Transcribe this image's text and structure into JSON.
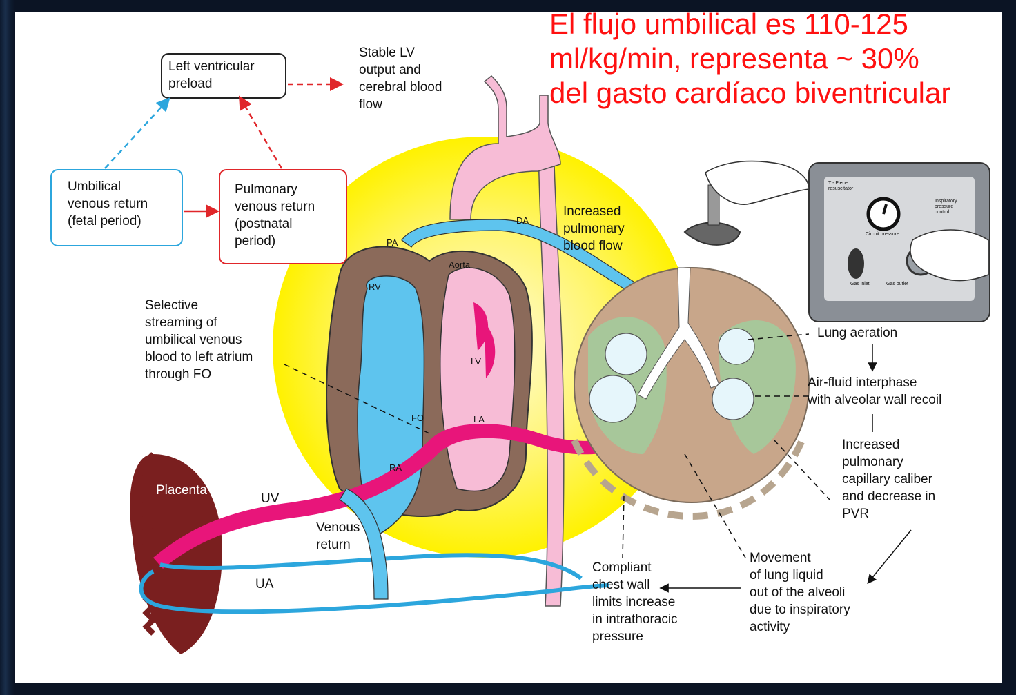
{
  "headline": {
    "lines": [
      "El flujo umbilical es 110-125",
      "ml/kg/min, representa ~ 30%",
      "del gasto cardíaco biventricular"
    ]
  },
  "boxes": {
    "lv_preload": [
      "Left ventricular",
      "preload"
    ],
    "umbilical_return": [
      "Umbilical",
      "venous return",
      "(fetal period)"
    ],
    "pulmonary_return": [
      "Pulmonary",
      "venous return",
      "(postnatal",
      "period)"
    ]
  },
  "labels": {
    "stable_lv": [
      "Stable LV",
      "output and",
      "cerebral blood",
      "flow"
    ],
    "increased_flow": [
      "Increased",
      "pulmonary",
      "blood flow"
    ],
    "selective": [
      "Selective",
      "streaming of",
      "umbilical venous",
      "blood to left atrium",
      "through FO"
    ],
    "lung_aeration": [
      "Lung aeration"
    ],
    "air_fluid": [
      "Air-fluid interphase",
      "with alveolar wall recoil"
    ],
    "capillary": [
      "Increased",
      "pulmonary",
      "capillary caliber",
      "and decrease in",
      "PVR"
    ],
    "movement": [
      "Movement",
      "of lung liquid",
      "out of the alveoli",
      "due to inspiratory",
      "activity"
    ],
    "compliant": [
      "Compliant",
      "chest wall",
      "limits increase",
      "in intrathoracic",
      "pressure"
    ],
    "venous_return": [
      "Venous",
      "return"
    ],
    "placenta": "Placenta",
    "uv": "UV",
    "ua": "UA"
  },
  "anatomy": {
    "pa": "PA",
    "da": "DA",
    "aorta": "Aorta",
    "rv": "RV",
    "lv": "LV",
    "fo": "FO",
    "la": "LA",
    "ra": "RA"
  },
  "device": {
    "title": "T - Piece resuscitator",
    "inspiratory": "Inspiratory pressure control",
    "circuit": "Circuit pressure",
    "gas_inlet": "Gas inlet",
    "gas_outlet": "Gas outlet"
  },
  "colors": {
    "headline": "#ff1010",
    "oxygenated": "#e8157a",
    "deoxygenated": "#5ec4ee",
    "pink": "#f7bcd6",
    "heart": "#8b6a5a",
    "placenta": "#7a1f1f",
    "glow": "#fff200",
    "red_arrow": "#e0262a",
    "blue_arrow": "#2ca6dd"
  }
}
